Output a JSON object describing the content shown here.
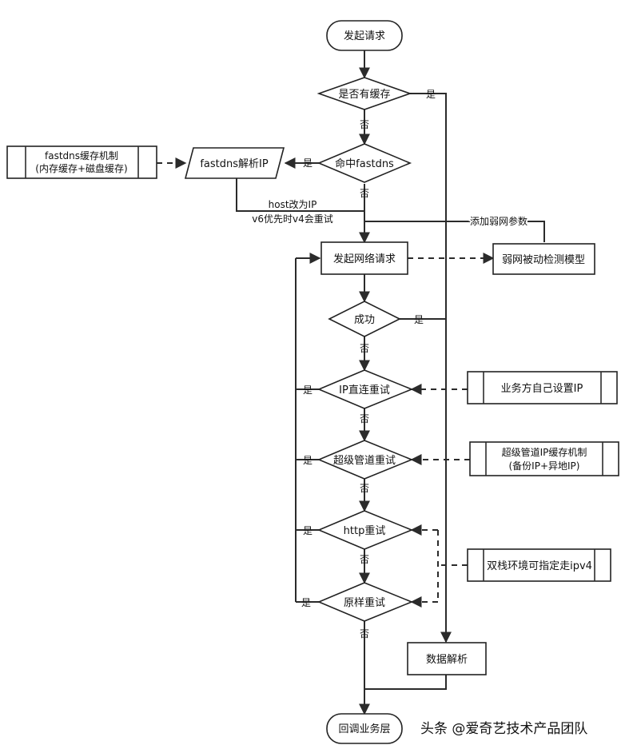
{
  "nodes": {
    "start": "发起请求",
    "has_cache": "是否有缓存",
    "hit_fastdns": "命中fastdns",
    "fastdns_resolve": "fastdns解析IP",
    "fastdns_cache_line1": "fastdns缓存机制",
    "fastdns_cache_line2": "(内存缓存+磁盘缓存)",
    "network_request": "发起网络请求",
    "weak_net_model": "弱网被动检测模型",
    "success": "成功",
    "ip_direct_retry": "IP直连重试",
    "business_set_ip": "业务方自己设置IP",
    "super_pipe_retry": "超级管道重试",
    "super_pipe_cache_line1": "超级管道IP缓存机制",
    "super_pipe_cache_line2": "(备份IP+异地IP)",
    "http_retry": "http重试",
    "dual_stack": "双栈环境可指定走ipv4",
    "original_retry": "原样重试",
    "data_parse": "数据解析",
    "callback": "回调业务层"
  },
  "labels": {
    "yes": "是",
    "no": "否",
    "host_line1": "host改为IP",
    "host_line2": "v6优先时v4会重试",
    "weak_params": "添加弱网参数"
  },
  "watermark": "头条 @爱奇艺技术产品团队"
}
